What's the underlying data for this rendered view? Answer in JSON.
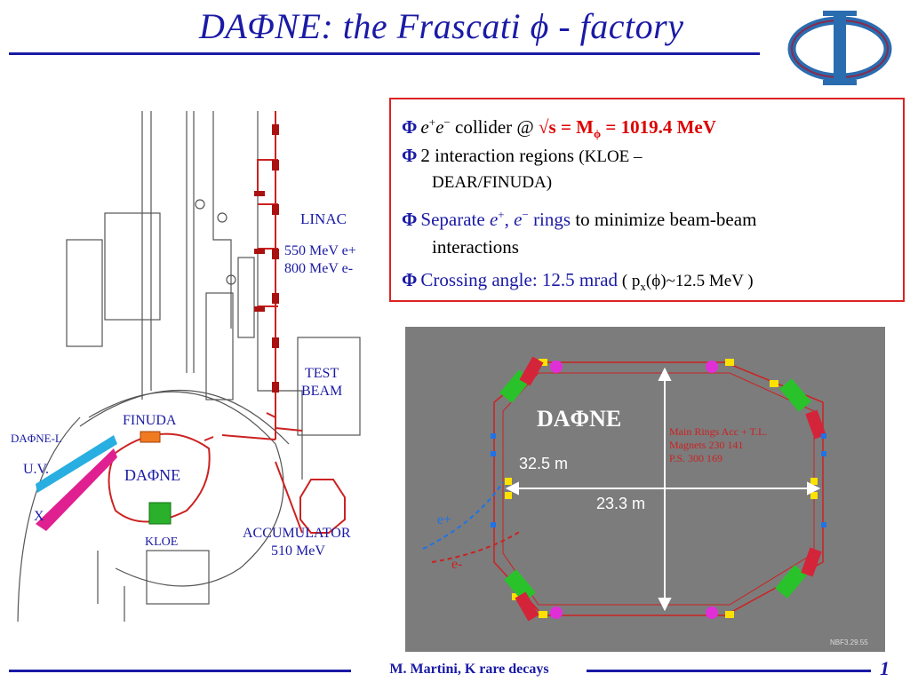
{
  "title": {
    "prefix": "DA",
    "phi": "Φ",
    "rest": "NE: the Frascati ",
    "phi2": "ϕ",
    "suffix": " - factory"
  },
  "plan": {
    "linac": "LINAC",
    "linac_e_plus": "550 MeV e+",
    "linac_e_minus": "800 MeV e-",
    "test_beam_1": "TEST",
    "test_beam_2": "BEAM",
    "finuda": "FINUDA",
    "daphne_l": "DAΦNE-L",
    "uv": "U.V.",
    "x": "X",
    "daphne": "DAΦNE",
    "kloe": "KLOE",
    "accumulator": "ACCUMULATOR",
    "accumulator_energy": "510 MeV"
  },
  "bullets": {
    "marker": "Φ",
    "b1_ee": "e",
    "b1_plus": "+",
    "b1_e2": "e",
    "b1_minus": "−",
    "b1_text": " collider @ ",
    "b1_sqrt": "√s = M",
    "b1_phi_sub": "ϕ",
    "b1_value": " = 1019.4 MeV",
    "b2_text": "2 interaction regions ",
    "b2_small": "(KLOE –",
    "b2_line2": "DEAR/FINUDA)",
    "b3_sep": "Separate ",
    "b3_e": "e",
    "b3_plus": "+",
    "b3_comma": ", ",
    "b3_e2": "e",
    "b3_minus": "−",
    "b3_rings": " rings",
    "b3_rest": " to minimize beam-beam",
    "b3_line2": "interactions",
    "b4_blue": "Crossing angle: 12.5 mrad",
    "b4_open": "  ( p",
    "b4_sub": "x",
    "b4_rest": "(ϕ)~12.5 MeV )"
  },
  "photo": {
    "name": "DAΦNE",
    "dim_width": "32.5 m",
    "dim_height": "23.3 m",
    "e_plus": "e+",
    "e_minus": "e-",
    "table_h1": "Main Rings  Acc + T.L.",
    "table_r1": "Magnets  230      141",
    "table_r2": "P.S.        300      169",
    "stamp": "NBF3.29.55"
  },
  "footer": {
    "author": "M. Martini, K rare decays",
    "page": "1"
  },
  "colors": {
    "accent": "#1a1aa6",
    "highlight": "#d00000",
    "box_border": "#dd2222"
  }
}
